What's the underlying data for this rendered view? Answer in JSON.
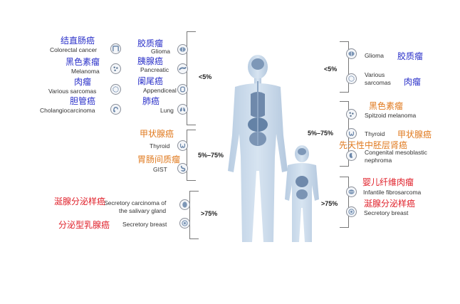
{
  "colors": {
    "blue": "#2b31c9",
    "orange": "#e07a1f",
    "red": "#e0202a"
  },
  "adult": {
    "lt5": {
      "pct": "<5%",
      "left": [
        {
          "zh": "结直肠癌",
          "en": "Colorectal cancer",
          "icon": "colon-icon"
        },
        {
          "zh": "黑色素瘤",
          "en": "Melanoma",
          "icon": "melanoma-icon"
        },
        {
          "zh": "肉瘤",
          "en": "Various sarcomas",
          "icon": "sarcoma-icon"
        },
        {
          "zh": "胆管癌",
          "en": "Cholangiocarcinoma",
          "icon": "bile-duct-icon"
        }
      ],
      "right": [
        {
          "zh": "胶质瘤",
          "en": "Glioma",
          "icon": "brain-icon"
        },
        {
          "zh": "胰腺癌",
          "en": "Pancreatic",
          "icon": "pancreas-icon"
        },
        {
          "zh": "阑尾癌",
          "en": "Appendiceal",
          "icon": "appendix-icon"
        },
        {
          "zh": "肺癌",
          "en": "Lung",
          "icon": "lung-icon"
        }
      ]
    },
    "mid": {
      "pct": "5%–75%",
      "items": [
        {
          "zh": "甲状腺癌",
          "en": "Thyroid",
          "icon": "thyroid-icon"
        },
        {
          "zh": "胃肠间质瘤",
          "en": "GIST",
          "icon": "stomach-icon"
        }
      ]
    },
    "gt75": {
      "pct": ">75%",
      "items": [
        {
          "zh": "涎腺分泌样癌",
          "en": "Secretory carcinoma of",
          "en2": "the salivary gland",
          "icon": "salivary-gland-icon"
        },
        {
          "zh": "分泌型乳腺癌",
          "en": "Secretory breast",
          "icon": "breast-icon"
        }
      ]
    }
  },
  "child": {
    "lt5": {
      "pct": "<5%",
      "items": [
        {
          "zh": "胶质瘤",
          "en": "Glioma",
          "icon": "brain-icon"
        },
        {
          "zh": "肉瘤",
          "en": "Various",
          "en2": "sarcomas",
          "icon": "sarcoma-icon"
        }
      ]
    },
    "mid": {
      "pct": "5%–75%",
      "items": [
        {
          "zh": "黑色素瘤",
          "en": "Spitzoid melanoma",
          "icon": "melanoma-icon"
        },
        {
          "zh": "甲状腺癌",
          "en": "Thyroid",
          "icon": "thyroid-icon"
        },
        {
          "zh": "先天性中胚层肾癌",
          "en": "Congenital mesoblastic",
          "en2": "nephroma",
          "icon": "kidney-icon"
        }
      ]
    },
    "gt75": {
      "pct": ">75%",
      "items": [
        {
          "zh": "婴儿纤维肉瘤",
          "en": "Infantile fibrosarcoma",
          "icon": "fibrosarcoma-icon"
        },
        {
          "zh": "涎腺分泌样癌",
          "en": "Secretory breast",
          "icon": "breast-icon"
        }
      ]
    }
  }
}
